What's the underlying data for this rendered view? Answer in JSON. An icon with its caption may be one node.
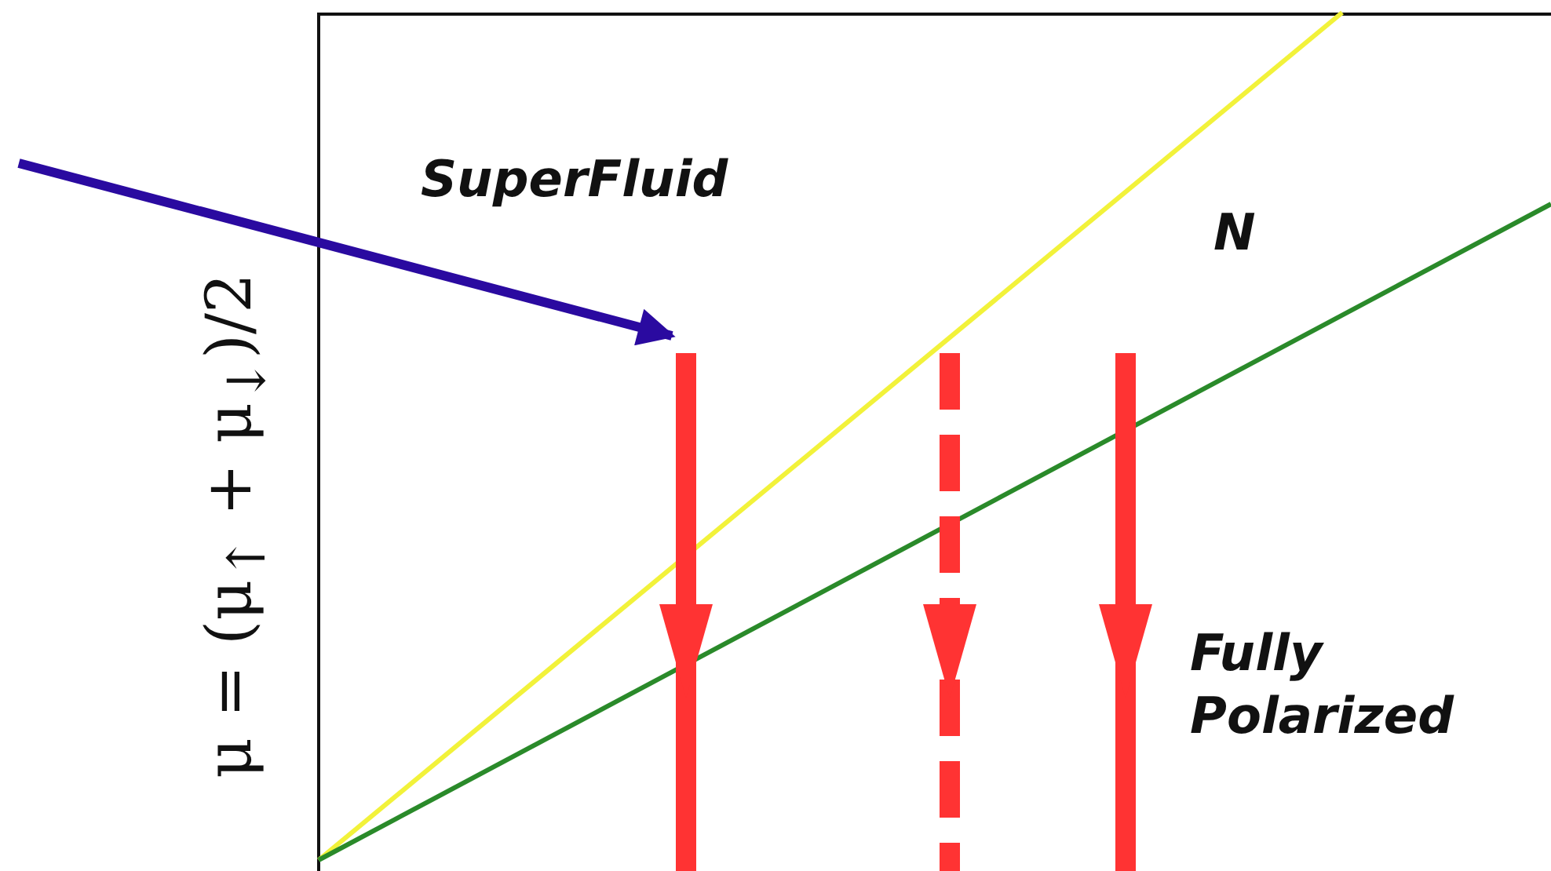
{
  "diagram": {
    "labels": [
      "μ = (μ$_{↑}$ + μ$_{↓}$)/2",
      "SuperFluid",
      "N",
      "Fully Polarized"
    ]
  }
}
